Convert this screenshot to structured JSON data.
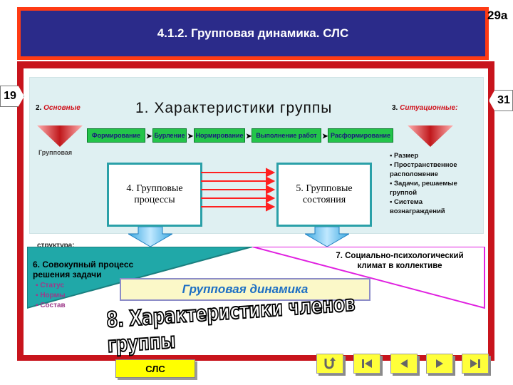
{
  "slide": {
    "title": "4.1.2. Групповая динамика. СЛС",
    "number": "29а"
  },
  "nav_arrows": {
    "prev": "19",
    "next": "31"
  },
  "heading1": "1. Характеристики группы",
  "label2": {
    "num": "2. ",
    "text": "Основные"
  },
  "label3": {
    "num": "3. ",
    "text": "Ситуационные:"
  },
  "group_label": "Групповая",
  "stages": [
    "Формирование",
    "Бурление",
    "Нормирование",
    "Выполнение работ",
    "Расформирование"
  ],
  "situational_items": [
    "▪ Размер",
    "▪ Пространственное",
    "расположение",
    "▪ Задачи, решаемые",
    "группой",
    "▪ Система",
    "вознаграждений"
  ],
  "box4": {
    "line1": "4. Групповые",
    "line2": "процессы"
  },
  "box5": {
    "line1": "5. Групповые",
    "line2": "состояния"
  },
  "structure_label": "структура:",
  "label6": {
    "line1": "6. Совокупный процесс",
    "line2": "решения задачи"
  },
  "label7": {
    "line1": "7. Социально-психологический",
    "line2": "климат в коллективе"
  },
  "left_list": [
    "▪ Статус",
    "▪ Нормы",
    "▪ Состав"
  ],
  "group_dynamics": "Групповая динамика",
  "heading8": "8. Характеристики членов группы",
  "sls_button": "СЛС",
  "colors": {
    "title_bg": "#2b2b8a",
    "frame": "#c8141c",
    "stage_green": "#23c44a",
    "button_yellow": "#ffff00"
  }
}
